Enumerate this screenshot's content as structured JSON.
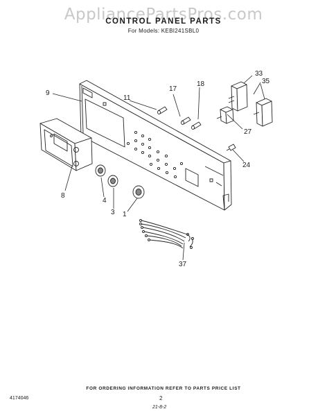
{
  "watermark": "AppliancePartsPros.com",
  "header": {
    "title": "CONTROL PANEL PARTS",
    "models": "For Models: KEBI241SBL0"
  },
  "callouts": {
    "c33": "33",
    "c35": "35",
    "c17": "17",
    "c18": "18",
    "c11": "11",
    "c9": "9",
    "c27": "27",
    "c24": "24",
    "c8": "8",
    "c4": "4",
    "c3": "3",
    "c1": "1",
    "c37": "37"
  },
  "footer": {
    "order_note": "FOR ORDERING INFORMATION REFER TO PARTS PRICE LIST",
    "part_number": "4174046",
    "page_number": "2",
    "date_code": "21-8-2"
  }
}
